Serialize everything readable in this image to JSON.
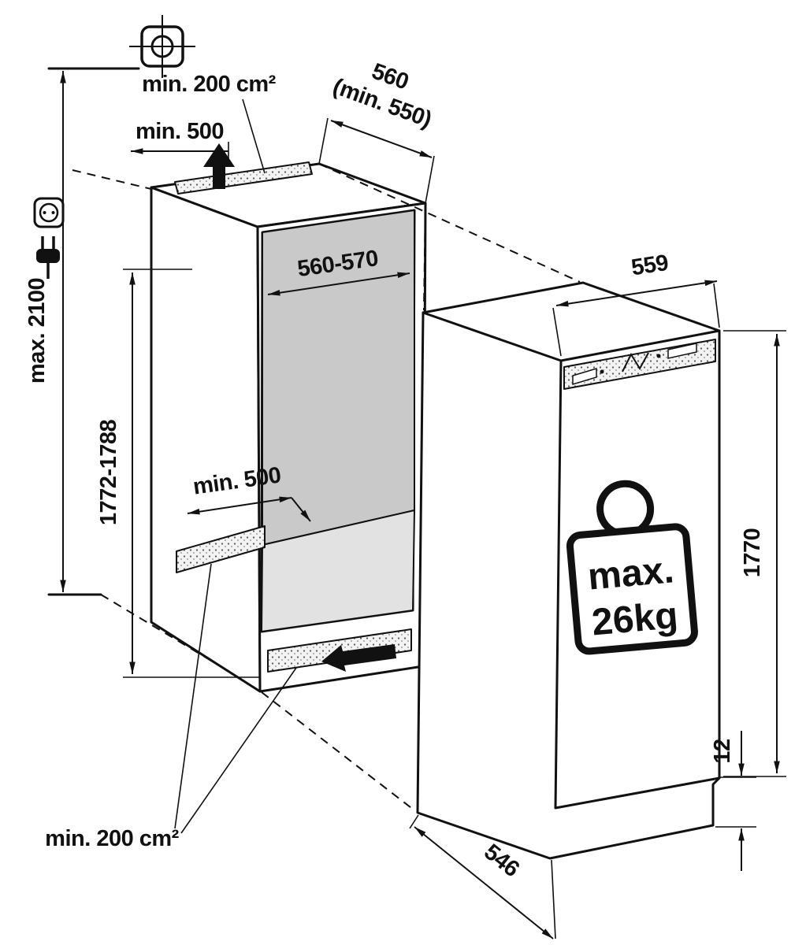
{
  "diagram": {
    "dimensions": {
      "ceiling_height": "max. 2100",
      "niche_height": "1772-1788",
      "niche_width": "560-570",
      "niche_depth": "560",
      "niche_depth_min": "(min. 550)",
      "top_clearance": "min. 500",
      "floor_vent_depth": "min. 500",
      "vent_area_top": "min. 200 cm²",
      "vent_area_bottom": "min. 200 cm²",
      "appliance_width": "559",
      "appliance_height": "1770",
      "appliance_depth": "546",
      "base_recess": "12"
    },
    "weight_badge": {
      "line1": "max.",
      "line2": "26kg"
    }
  }
}
